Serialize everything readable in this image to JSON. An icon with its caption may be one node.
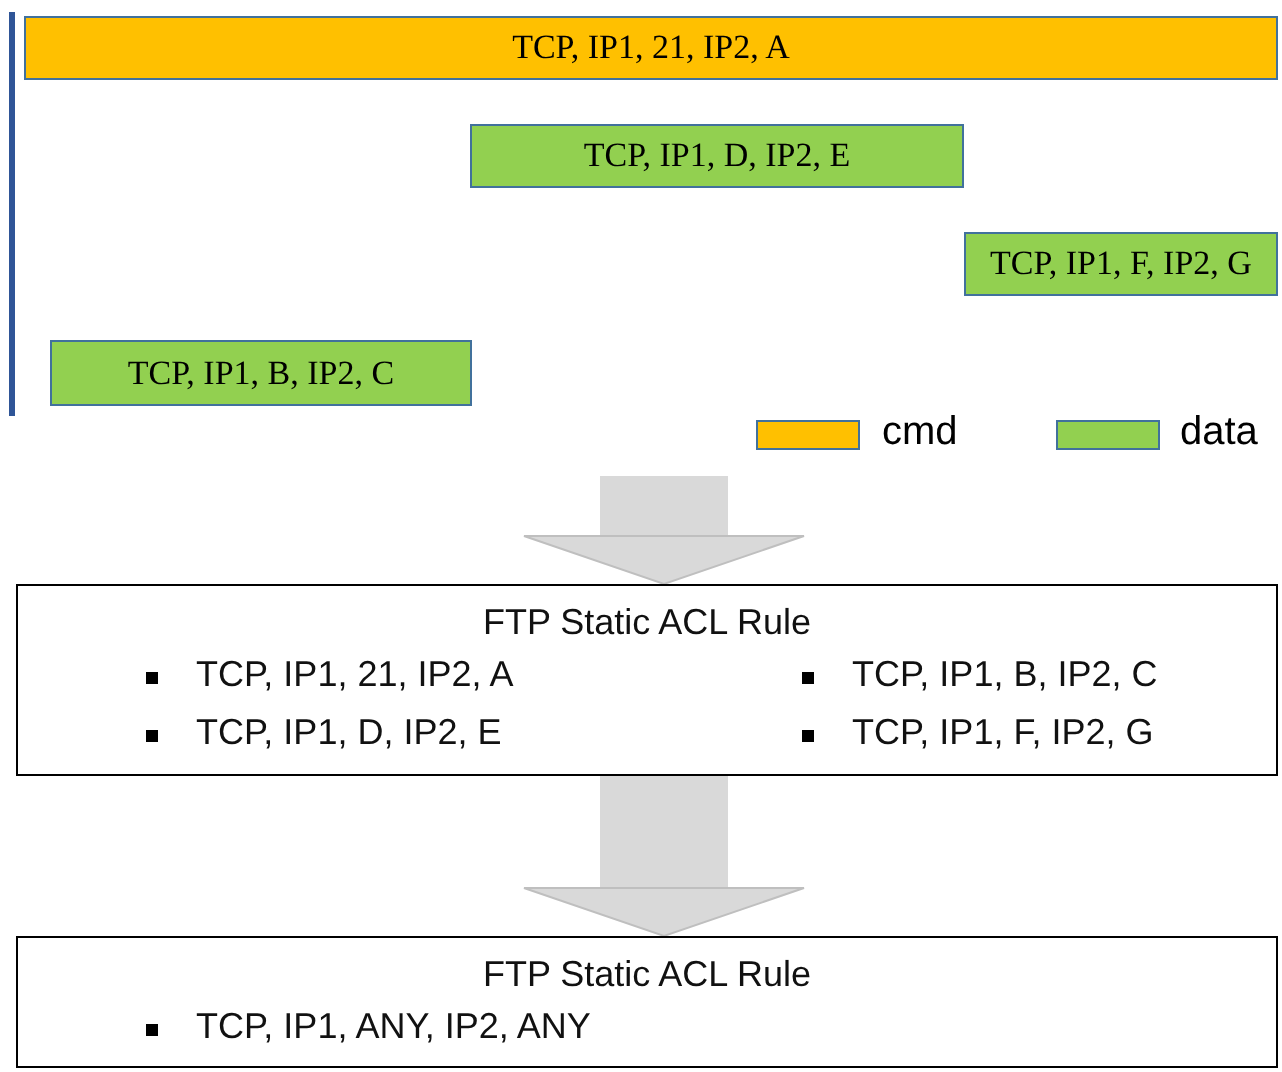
{
  "diagram": {
    "nodes": [
      {
        "text": [
          "TCP, IP1, 21, IP2, A"
        ]
      },
      {
        "text": [
          "TCP, IP1, D, IP2, E"
        ]
      },
      {
        "text": [
          "TCP, IP1, F, IP2, G"
        ]
      },
      {
        "text": [
          "TCP, IP1, B, IP2, C"
        ]
      },
      {
        "text": [
          "FTP Static ACL Rule",
          "TCP, IP1, 21, IP2, A",
          "TCP, IP1, B, IP2, C",
          "TCP, IP1, D, IP2, E",
          "TCP, IP1, F, IP2, G"
        ]
      },
      {
        "text": [
          "FTP Static ACL Rule",
          "TCP, IP1, ANY, IP2, ANY"
        ]
      }
    ],
    "edges": [
      {
        "from": null,
        "to": 4,
        "arrow": "to"
      },
      {
        "from": 4,
        "to": 5,
        "arrow": "to"
      }
    ],
    "legend": [
      {
        "text": "cmd",
        "color": "#ffc000"
      },
      {
        "text": "data",
        "color": "#92d050"
      }
    ]
  }
}
